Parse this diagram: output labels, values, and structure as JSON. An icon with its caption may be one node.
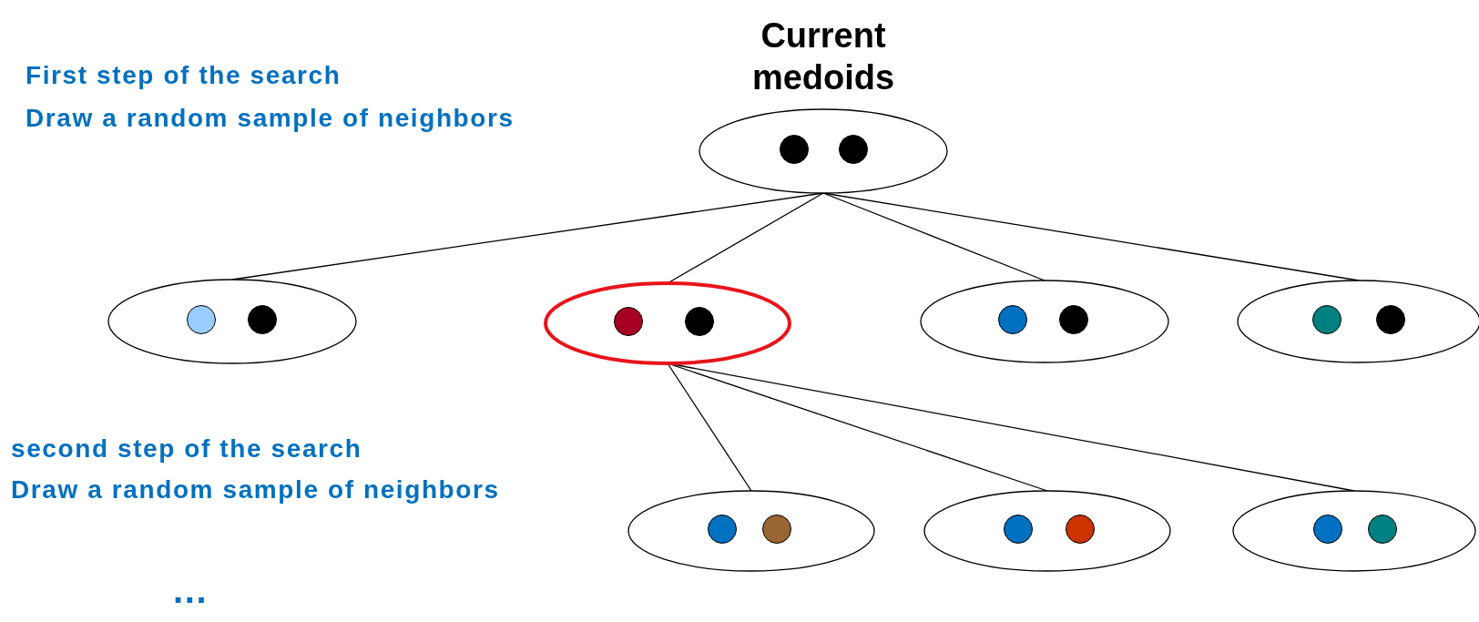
{
  "diagram": {
    "nodes": [
      {
        "text": [
          "Current medoids"
        ]
      },
      {
        "text": [],
        "shape": "ellipse"
      },
      {
        "text": [],
        "shape": "ellipse"
      },
      {
        "text": [],
        "shape": "ellipse"
      },
      {
        "text": [],
        "shape": "ellipse"
      },
      {
        "text": [],
        "shape": "ellipse"
      },
      {
        "text": [],
        "shape": "ellipse"
      },
      {
        "text": [],
        "shape": "ellipse"
      }
    ],
    "edges": [
      {
        "from": 0,
        "to": 1,
        "arrow": "none"
      },
      {
        "from": 0,
        "to": 2,
        "arrow": "none"
      },
      {
        "from": 0,
        "to": 3,
        "arrow": "none"
      },
      {
        "from": 0,
        "to": 4,
        "arrow": "none"
      },
      {
        "from": 2,
        "to": 5,
        "arrow": "none"
      },
      {
        "from": 2,
        "to": 6,
        "arrow": "none"
      },
      {
        "from": 2,
        "to": 7,
        "arrow": "none"
      }
    ],
    "labels": [
      "First step of the search",
      "Draw a random sample of neighbors",
      "second step of the search",
      "Draw a random sample of neighbors",
      "..."
    ]
  }
}
